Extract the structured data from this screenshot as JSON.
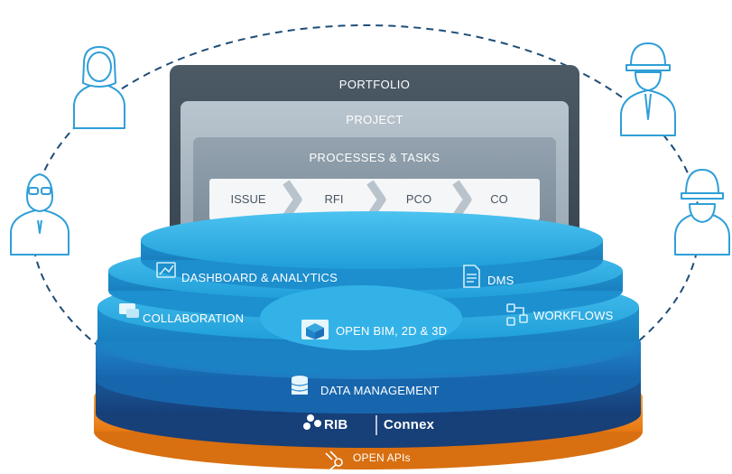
{
  "stack": {
    "portfolio": "PORTFOLIO",
    "project": "PROJECT",
    "processes": "PROCESSES & TASKS",
    "steps": [
      "ISSUE",
      "RFI",
      "PCO",
      "CO"
    ]
  },
  "layers": {
    "dashboard": "DASHBOARD & ANALYTICS",
    "dms": "DMS",
    "collaboration": "COLLABORATION",
    "open_bim": "OPEN BIM, 2D & 3D",
    "workflows": "WORKFLOWS",
    "data_management": "DATA MANAGEMENT",
    "brand_rib": "RIB",
    "brand_connex": "Connex",
    "open_apis": "OPEN APIs"
  },
  "colors": {
    "dark_panel": "#3d4a55",
    "mid_panel": "#a9b6c0",
    "light_panel": "#8796a2",
    "step_bar": "#f3f5f7",
    "cyan_layer": "#29a9e1",
    "blue_layer": "#1b6fb8",
    "navy_layer": "#1d4f8c",
    "orange_layer": "#f0891e",
    "person_stroke": "#2f9fd8"
  }
}
